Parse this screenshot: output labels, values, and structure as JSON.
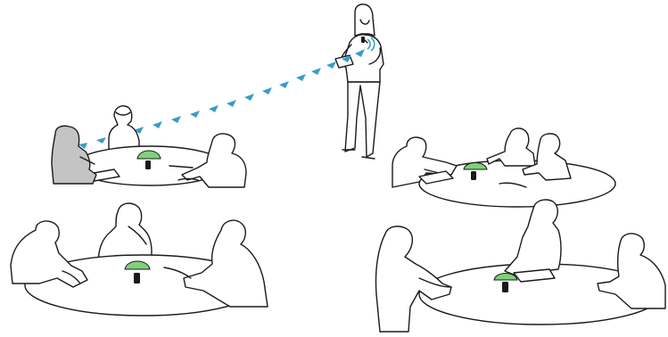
{
  "colors": {
    "background": "#ffffff",
    "ink": "#1a1a1a",
    "highlight_person": "#c4c4c4",
    "microphone_light": "#7fd17a",
    "signal_arrows": "#3a9bc8"
  },
  "scene": {
    "groups": [
      {
        "id": "top-left",
        "people": 3,
        "has_highlighted_listener": true
      },
      {
        "id": "top-right",
        "people": 3
      },
      {
        "id": "bottom-left",
        "people": 3
      },
      {
        "id": "bottom-right",
        "people": 3
      }
    ],
    "speaker": {
      "standing": true,
      "holding_device": true
    },
    "signal": {
      "from": "standing-speaker",
      "to": "highlighted-listener",
      "style": "dashed-arrows"
    }
  }
}
